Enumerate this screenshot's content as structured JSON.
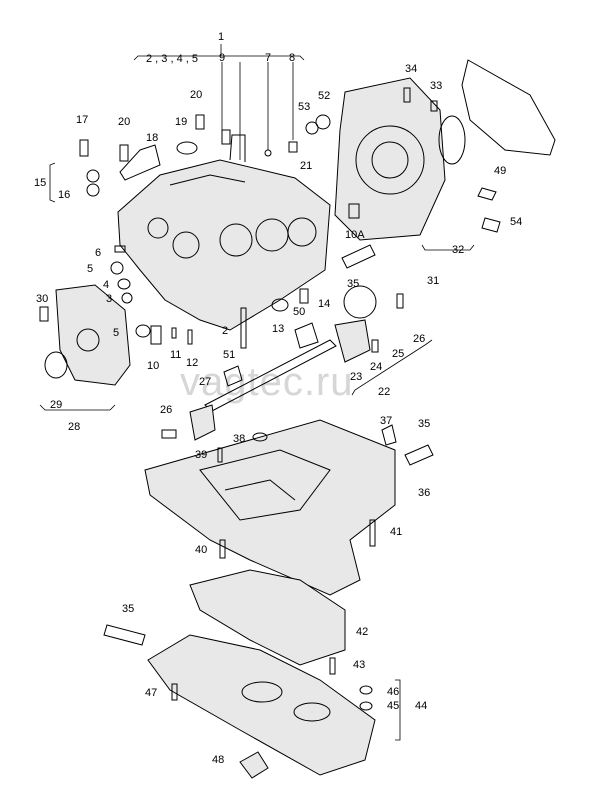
{
  "watermark": "vagtec.ru",
  "header": {
    "main_number": "1",
    "group_label": "2 , 3 , 4 , 5"
  },
  "labels": [
    "9",
    "7",
    "8",
    "52",
    "53",
    "34",
    "33",
    "20",
    "19",
    "18",
    "17",
    "20",
    "21",
    "15",
    "16",
    "49",
    "10A",
    "54",
    "31",
    "32",
    "6",
    "5",
    "4",
    "3",
    "30",
    "35",
    "14",
    "13",
    "50",
    "2",
    "5",
    "10",
    "11",
    "12",
    "51",
    "26",
    "25",
    "24",
    "23",
    "22",
    "29",
    "28",
    "27",
    "26",
    "38",
    "37",
    "35",
    "39",
    "36",
    "41",
    "40",
    "42",
    "35",
    "43",
    "47",
    "46",
    "45",
    "44",
    "48"
  ],
  "colors": {
    "ink": "#000000",
    "metal": "#e8e8e8",
    "watermark": "#d6d6d6"
  }
}
